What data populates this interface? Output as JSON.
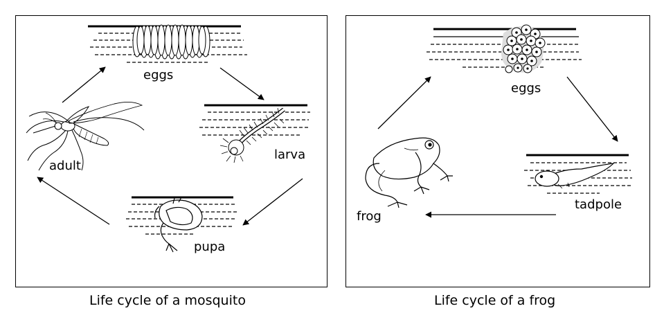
{
  "mosquito": {
    "caption": "Life cycle of a mosquito",
    "stages": {
      "eggs": "eggs",
      "larva": "larva",
      "pupa": "pupa",
      "adult": "adult"
    }
  },
  "frog": {
    "caption": "Life cycle of a frog",
    "stages": {
      "eggs": "eggs",
      "tadpole": "tadpole",
      "frog": "frog"
    }
  }
}
